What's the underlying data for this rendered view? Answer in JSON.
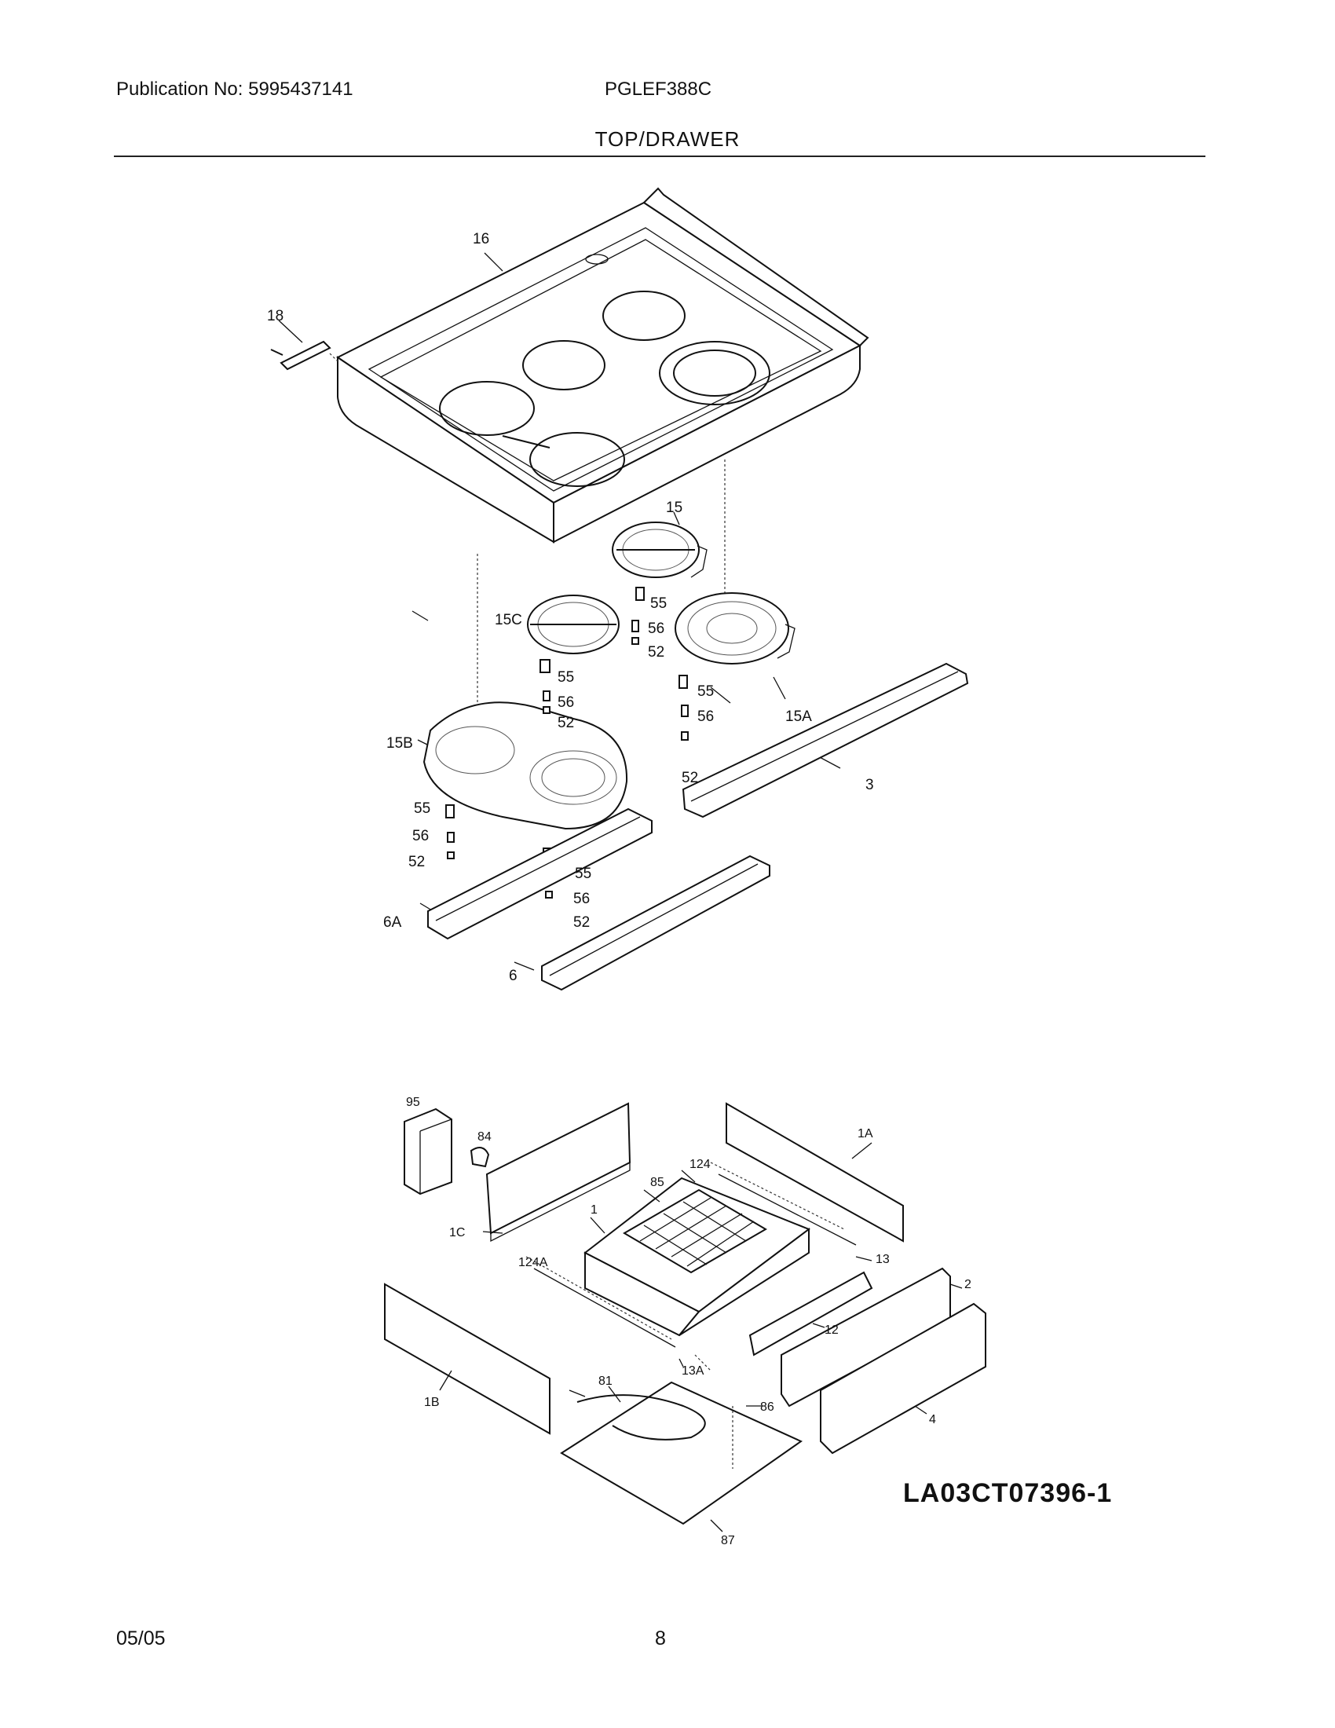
{
  "header": {
    "publication": "Publication No: 5995437141",
    "model": "PGLEF388C",
    "section_title": "TOP/DRAWER"
  },
  "callouts": {
    "c16": "16",
    "c18": "18",
    "c15": "15",
    "c55a": "55",
    "c15c": "15C",
    "c56a": "56",
    "c52a": "52",
    "c55b": "55",
    "c56b": "56",
    "c52b": "52",
    "c55c": "55",
    "c56c": "56",
    "c15a": "15A",
    "c52c": "52",
    "c3": "3",
    "c15b": "15B",
    "c55d": "55",
    "c56d": "56",
    "c52d": "52",
    "c55e": "55",
    "c56e": "56",
    "c52e": "52",
    "c6a": "6A",
    "c6": "6",
    "c95": "95",
    "c84": "84",
    "c1a": "1A",
    "c124": "124",
    "c85": "85",
    "c1": "1",
    "c1c": "1C",
    "c13": "13",
    "c124a": "124A",
    "c2": "2",
    "c12": "12",
    "c13a": "13A",
    "c81": "81",
    "c86": "86",
    "c4": "4",
    "c1b": "1B",
    "c87": "87"
  },
  "drawing_code": "LA03CT07396-1",
  "footer": {
    "date": "05/05",
    "page_number": "8"
  }
}
